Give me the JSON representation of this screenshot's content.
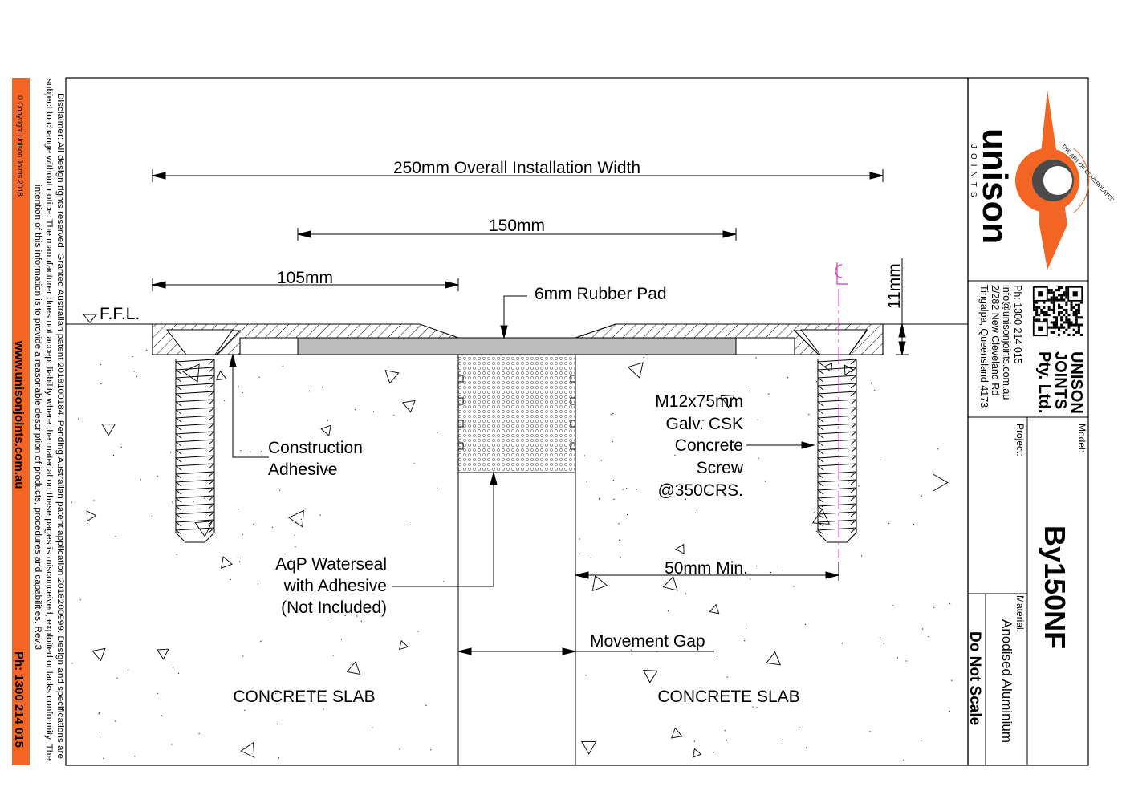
{
  "drawing": {
    "dimensions": {
      "overall": "250mm Overall Installation Width",
      "plate": "150mm",
      "side": "105mm",
      "height": "11mm",
      "min_edge": "50mm Min."
    },
    "labels": {
      "ffl": "F.F.L.",
      "rubber_pad": "6mm Rubber Pad",
      "adhesive": [
        "Construction",
        "Adhesive"
      ],
      "screw": [
        "M12x75mm",
        "Galv. CSK",
        "Concrete",
        "Screw",
        "@350CRS."
      ],
      "waterseal": [
        "AqP Waterseal",
        "with Adhesive",
        "(Not Included)"
      ],
      "movement_gap": "Movement Gap",
      "slab_left": "CONCRETE SLAB",
      "slab_right": "CONCRETE SLAB",
      "centerline_symbol": "CL"
    }
  },
  "sidebar": {
    "copyright": "© Copyright Unison Joints 2018",
    "website": "www.unisonjoints.com.au",
    "phone": "Ph: 1300 214 015",
    "disclaimer": [
      "Disclaimer: All design rights reserved. Granted Australian patent 2018100184. Pending Australian patent application 2018200999. Design and specifications are",
      "subject to change without notice. The manufacturer does not accept liability where the material on these pages is misconceived, exploited or lacks conformity. The",
      "intention of this information is to provide a reasonable description of products, procedures and capabilities. Rev.3"
    ]
  },
  "title_block": {
    "logo_word": "unison",
    "logo_sub": "JOINTS",
    "logo_tag": "THE ART OF COVERPLATES",
    "company": [
      "UNISON",
      "JOINTS",
      "Pty. Ltd."
    ],
    "contact": [
      "Ph: 1300 214 015",
      "info@unisonjoints.com.au",
      "2/282 New Cleveland Rd",
      "Tingalpa, Queensland 4173"
    ],
    "model_label": "Model:",
    "model": "By150NF",
    "project_label": "Project:",
    "material_label": "Material:",
    "material": "Anodised Aluminium",
    "scale_note": "Do Not Scale"
  },
  "colors": {
    "brand_orange": "#f26522",
    "line": "#000000",
    "pad_grey": "#bdbdbd",
    "centerline": "#cc33cc"
  }
}
